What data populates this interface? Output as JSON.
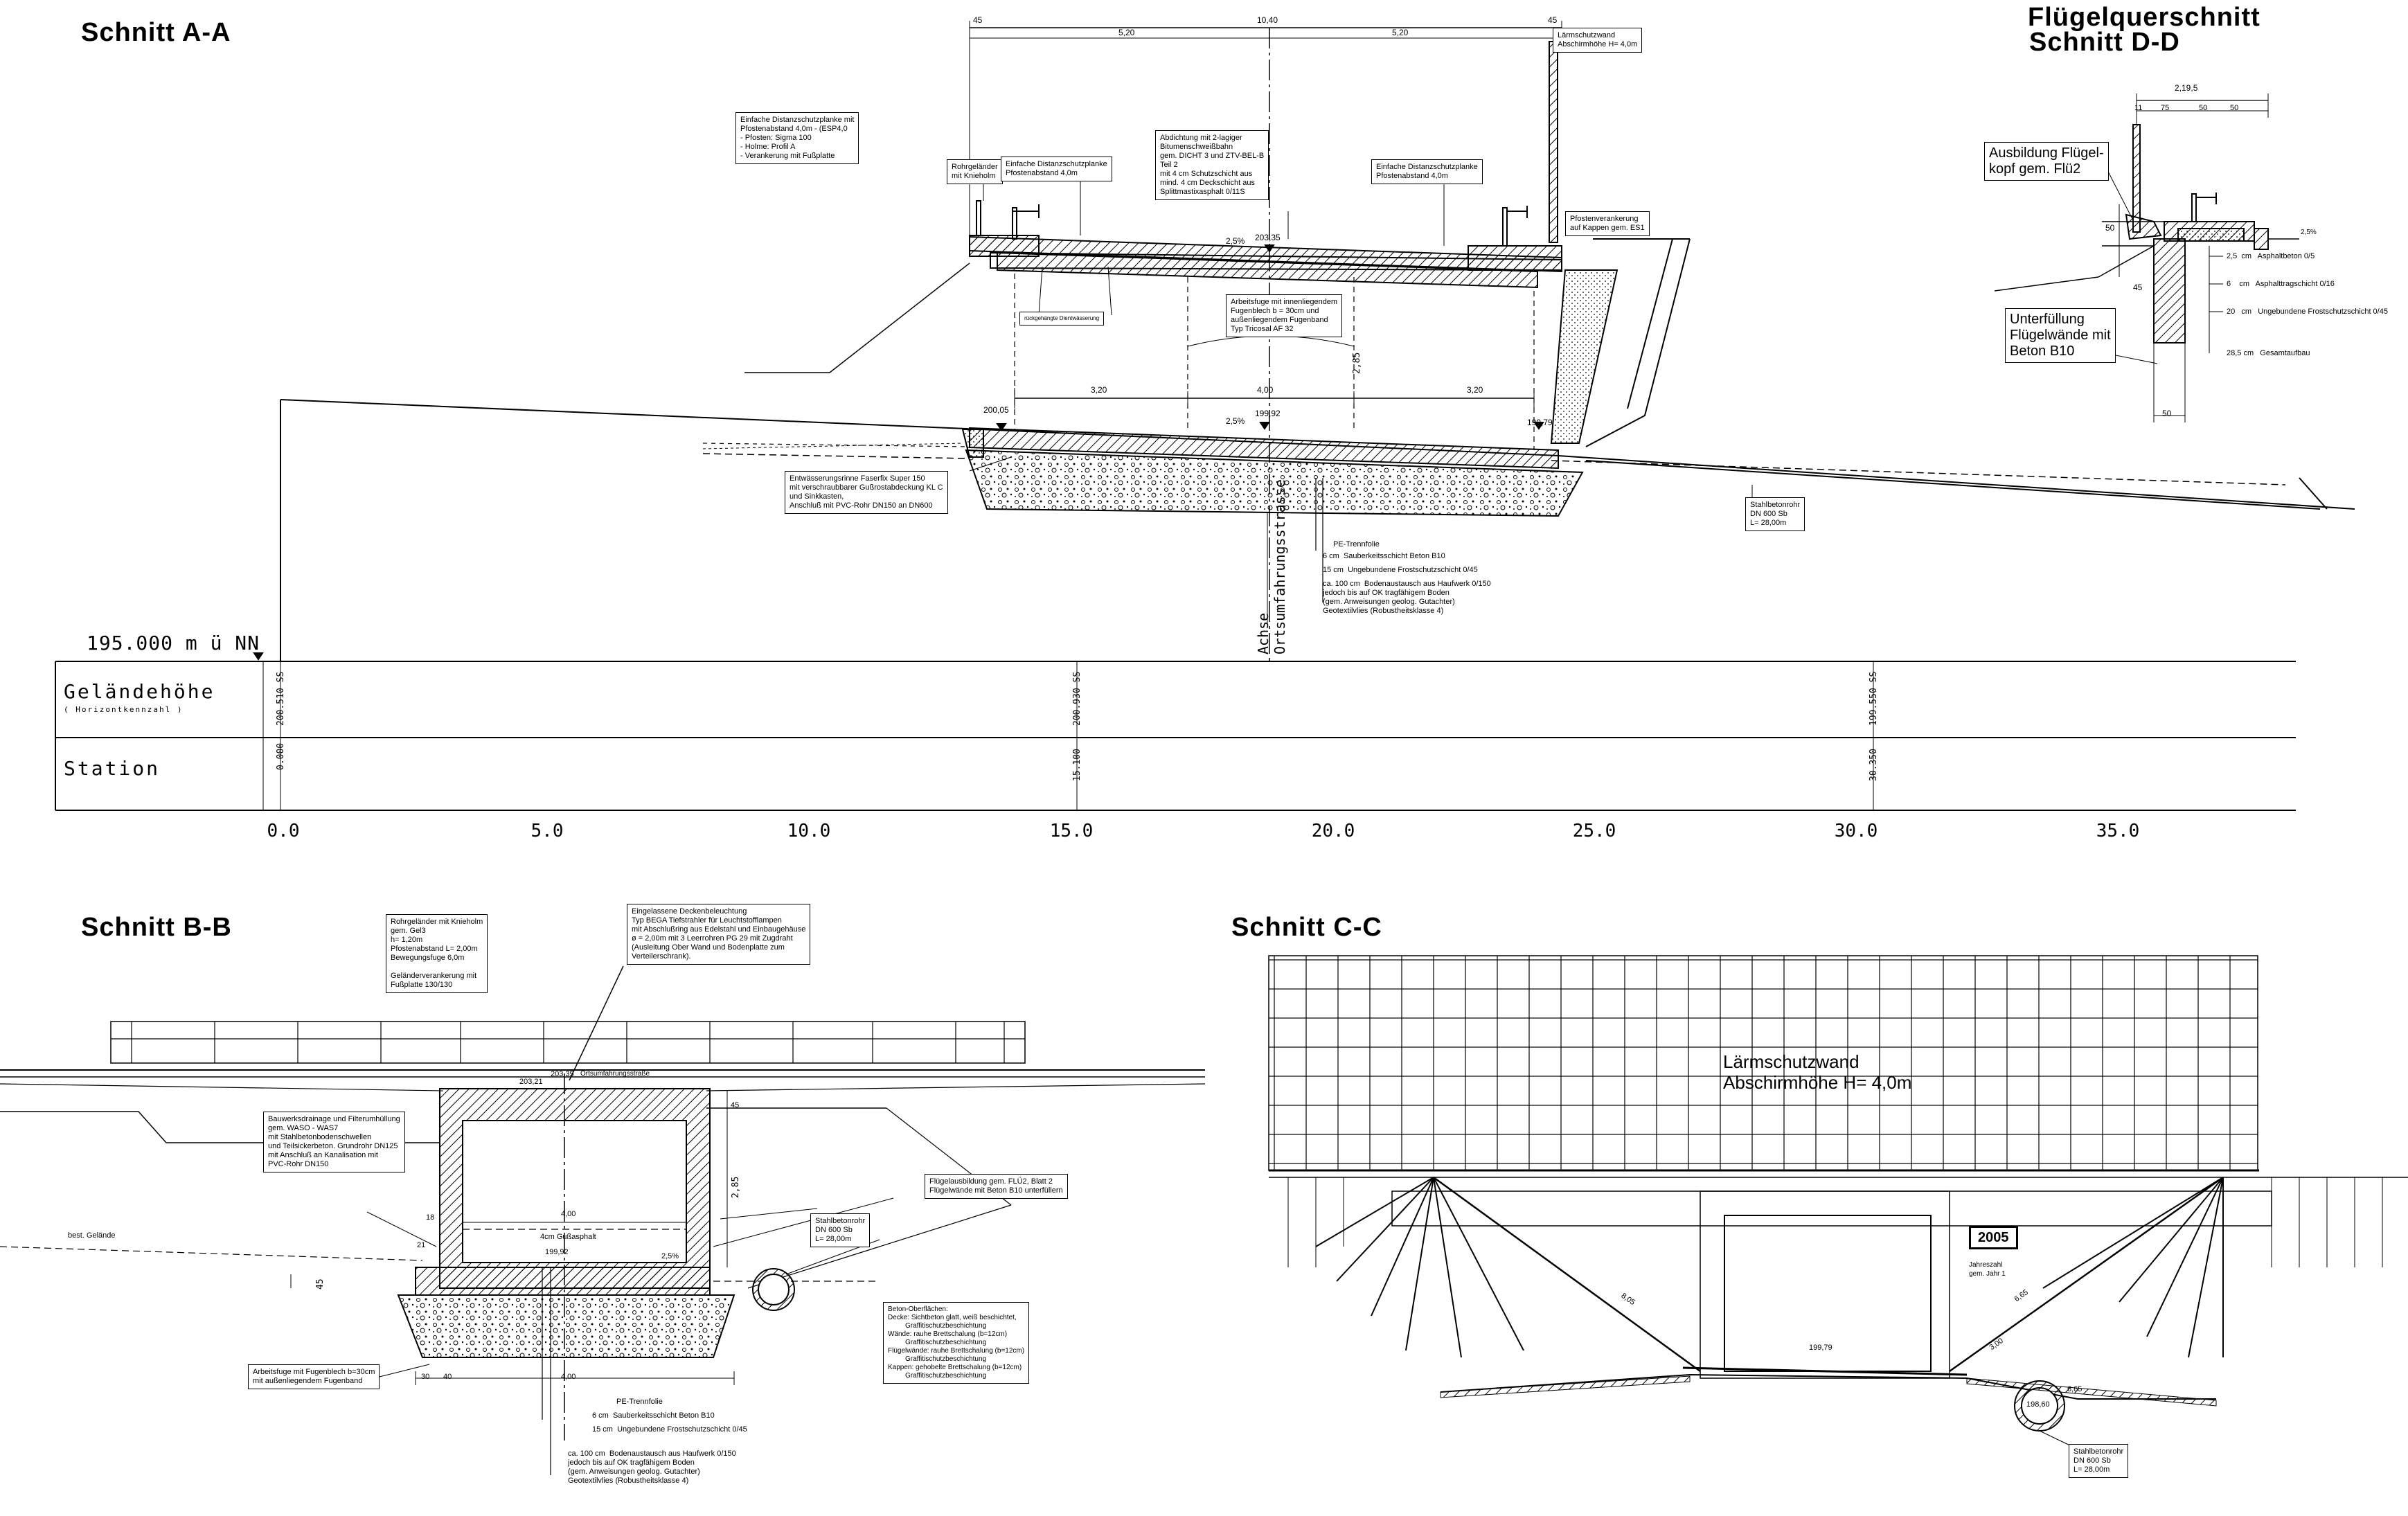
{
  "titles": {
    "aa": "Schnitt   A-A",
    "dd_1": "Flügelquerschnitt",
    "dd_2": "Schnitt    D-D",
    "bb": "Schnitt   B-B",
    "cc": "Schnitt   C-C"
  },
  "aa": {
    "reference_level": "195.000 m ü NN",
    "band_terrain": "Geländehöhe",
    "band_terrain_sub": "( Horizontkennzahl )",
    "band_station": "Station",
    "terrain_values": [
      "200.510 SS",
      "200.930 SS",
      "199.550 SS"
    ],
    "station_values": [
      "0.000",
      "15.100",
      "30.350"
    ],
    "axis_ticks": [
      "0.0",
      "5.0",
      "10.0",
      "15.0",
      "20.0",
      "25.0",
      "30.0",
      "35.0"
    ],
    "dims_top": {
      "left": "45",
      "a": "5,20",
      "total": "10,40",
      "b": "5,20",
      "right": "45"
    },
    "dims_mid": {
      "a": "3,20",
      "b": "4,00",
      "c": "3,20"
    },
    "levels": {
      "top": "203,35",
      "left": "200,05",
      "mid": "199,92",
      "right": "199,79"
    },
    "slopes": [
      "2,5%",
      "2,5%"
    ],
    "height_dim": "2,85",
    "axis_label_1": "Achse",
    "axis_label_2": "Ortsumfahrungsstrasse",
    "notes": {
      "noise_wall": "Lärmschutzwand\nAbschirmhöhe H= 4,0m",
      "guard_left": "Einfache Distanzschutzplanke mit\nPfostenabstand 4,0m - (ESP4,0\n- Pfosten: Sigma 100\n- Holme: Profil A\n- Verankerung mit Fußplatte",
      "rail": "Rohrgeländer\nmit Knieholm",
      "guard_simple_l": "Einfache Distanzschutzplanke\nPfostenabstand 4,0m",
      "sealing": "Abdichtung mit 2-lagiger\nBitumenschweißbahn\ngem. DICHT 3 und ZTV-BEL-B\nTeil 2\nmit 4 cm Schutzschicht aus\nmind. 4 cm Deckschicht aus\nSplittmastixasphalt 0/11S",
      "guard_simple_r": "Einfache Distanzschutzplanke\nPfostenabstand 4,0m",
      "post_anchor": "Pfostenverankerung\nauf Kappen gem. ES1",
      "joint": "Arbeitsfuge mit innenliegendem\nFugenblech b = 30cm und\naußenliegendem Fugenband\nTyp Tricosal AF 32",
      "drain_mat": "rückgehängte Dientwässerung",
      "drainage": "Entwässerungsrinne Faserfix Super 150\nmit verschraubbarer Gußrostabdeckung KL C\nund Sinkkasten,\nAnschluß mit PVC-Rohr DN150 an DN600",
      "pipe": "Stahlbetonrohr\nDN 600 Sb\nL= 28,00m",
      "layers": [
        "PE-Trennfolie",
        "6 cm  Sauberkeitsschicht Beton B10",
        "15 cm  Ungebundene Frostschutzschicht 0/45",
        "ca. 100 cm  Bodenaustausch aus Haufwerk 0/150\njedoch bis auf OK tragfähigem Boden\n(gem. Anweisungen geolog. Gutachter)\nGeotextilvlies (Robustheitsklasse 4)"
      ]
    }
  },
  "dd": {
    "dims": {
      "total": "2,19,5",
      "a": "11",
      "b": "75",
      "c": "50",
      "d": "50"
    },
    "side_dims": [
      "50",
      "45",
      "50"
    ],
    "slope": "2,5%",
    "note_top": "Ausbildung Flügel-\nkopf gem. Flü2",
    "note_fill": "Unterfüllung\nFlügelwände mit\nBeton B10",
    "layers": [
      "2,5  cm   Asphaltbeton 0/5",
      "6    cm   Asphalttragschicht 0/16",
      "20   cm   Ungebundene Frostschutzschicht 0/45",
      "28,5 cm   Gesamtaufbau"
    ]
  },
  "bb": {
    "ground_label": "best. Gelände",
    "levels": {
      "top": "203,35",
      "left": "203,21",
      "inner": "199,92"
    },
    "dims": {
      "width": "4,00",
      "height": "2,85",
      "wall": "45",
      "side_a": "30",
      "side_b": "40",
      "foot_a": "21",
      "foot_b": "18",
      "base": "4,00"
    },
    "axis": "Ortsumfahrungsstraße",
    "slope": "2,5%",
    "inner_text": "4cm Gußasphalt",
    "notes": {
      "rail": "Rohrgeländer mit Knieholm\ngem. Gel3\nh= 1,20m\nPfostenabstand L= 2,00m\nBewegungsfuge 6,0m\n\nGeländerverankerung mit\nFußplatte 130/130",
      "lighting": "Eingelassene Deckenbeleuchtung\nTyp BEGA Tiefstrahler für Leuchtstofflampen\nmit Abschlußring aus Edelstahl und Einbaugehäuse\nø = 2,00m mit 3 Leerrohren PG 29 mit Zugdraht\n(Ausleitung Ober Wand und Bodenplatte zum\nVerteilerschrank).",
      "drainage": "Bauwerksdrainage und Filterumhüllung\ngem. WASO - WAS7\nmit Stahlbetonbodenschwellen\nund Teilsickerbeton. Grundrohr DN125\nmit Anschluß an Kanalisation mit\nPVC-Rohr DN150",
      "wing": "Flügelausbildung gem. FLÜ2, Blatt 2\nFlügelwände mit Beton B10 unterfüllern",
      "pipe": "Stahlbetonrohr\nDN 600 Sb\nL= 28,00m",
      "surfaces": "Beton-Oberflächen:\nDecke: Sichtbeton glatt, weiß beschichtet,\n         Graffitischutzbeschichtung\nWände: rauhe Brettschalung (b=12cm)\n         Graffitischutzbeschichtung\nFlügelwände: rauhe Brettschalung (b=12cm)\n         Graffitischutzbeschichtung\nKappen: gehobelte Brettschalung (b=12cm)\n         Graffitischutzbeschichtung",
      "joint": "Arbeitsfuge mit Fugenblech b=30cm\nmit außenliegendem Fugenband",
      "layers": [
        "PE-Trennfolie",
        "6 cm  Sauberkeitsschicht Beton B10",
        "15 cm  Ungebundene Frostschutzschicht 0/45",
        "ca. 100 cm  Bodenaustausch aus Haufwerk 0/150\njedoch bis auf OK tragfähigem Boden\n(gem. Anweisungen geolog. Gutachter)\nGeotextilvlies (Robustheitsklasse 4)"
      ]
    }
  },
  "cc": {
    "wall_label": "Lärmschutzwand\nAbschirmhöhe H= 4,0m",
    "year": "2005",
    "year_note": "Jahreszahl\ngem. Jahr 1",
    "level": "199,79",
    "pipe_level": "198,60",
    "slopes": [
      "8,05",
      "6,65",
      "3,00",
      "6,65"
    ],
    "pipe": "Stahlbetonrohr\nDN 600 Sb\nL= 28,00m"
  }
}
